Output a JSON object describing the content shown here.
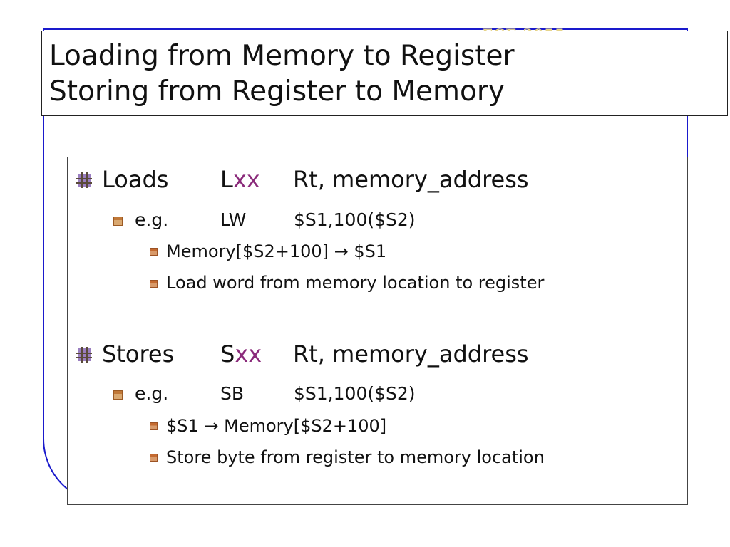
{
  "watermark": "ECE 3055",
  "title": {
    "line1": "Loading from Memory to Register",
    "line2": "Storing from Register to Memory"
  },
  "loads": {
    "label": "Loads",
    "op_prefix": "L",
    "op_suffix": "xx",
    "operands": "Rt, memory_address",
    "example": {
      "label": "e.g.",
      "op": "LW",
      "operands": "$S1,100($S2)"
    },
    "details": [
      "Memory[$S2+100] → $S1",
      "Load word from memory location to register"
    ]
  },
  "stores": {
    "label": "Stores",
    "op_prefix": "S",
    "op_suffix": "xx",
    "operands": "Rt, memory_address",
    "example": {
      "label": "e.g.",
      "op": "SB",
      "operands": "$S1,100($S2)"
    },
    "details": [
      "$S1 → Memory[$S2+100]",
      "Store byte from register to memory location"
    ]
  },
  "colors": {
    "frame": "#1a1acc",
    "op_suffix": "#8a2a7a"
  },
  "icons": {
    "level1": "star-bullet-icon",
    "level2": "square-bullet-icon",
    "level3": "small-square-bullet-icon"
  }
}
